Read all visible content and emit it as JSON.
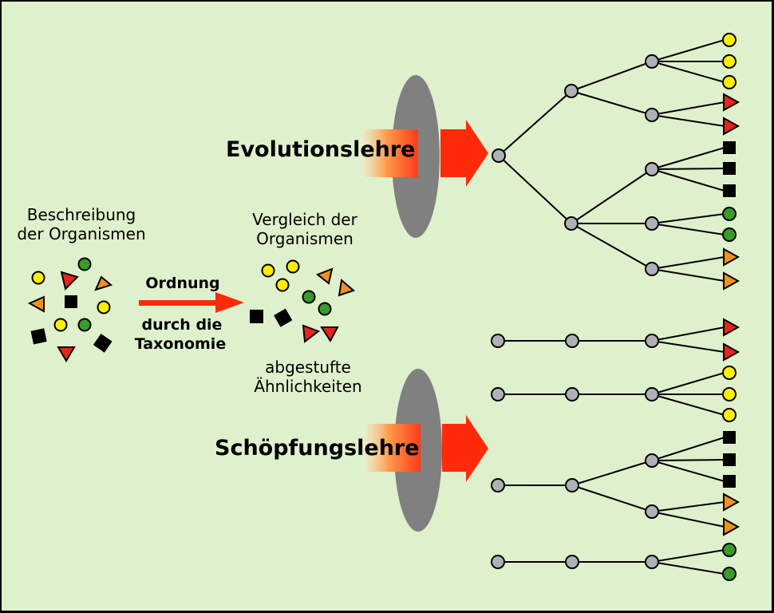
{
  "labels": {
    "beschreibung_line1": "Beschreibung",
    "beschreibung_line2": "der Organismen",
    "vergleich_line1": "Vergleich der",
    "vergleich_line2": "Organismen",
    "ordnung": "Ordnung",
    "durch_die": "durch die",
    "taxonomie": "Taxonomie",
    "abgestufte": "abgestufte",
    "aehnlichkeiten": "Ähnlichkeiten",
    "evolutionslehre": "Evolutionslehre",
    "schoepfungslehre": "Schöpfungslehre"
  },
  "colors": {
    "background": "#dff0cc",
    "node": "#b0b0b8",
    "yellow": "#ffee00",
    "red": "#e8241c",
    "orange": "#f0901e",
    "green": "#3a9a2a",
    "black": "#000000",
    "lens": "#808080",
    "arrow": "#ff2a0a"
  },
  "shape_types": [
    "yellow-circle",
    "red-triangle",
    "black-square",
    "green-circle",
    "orange-triangle"
  ]
}
